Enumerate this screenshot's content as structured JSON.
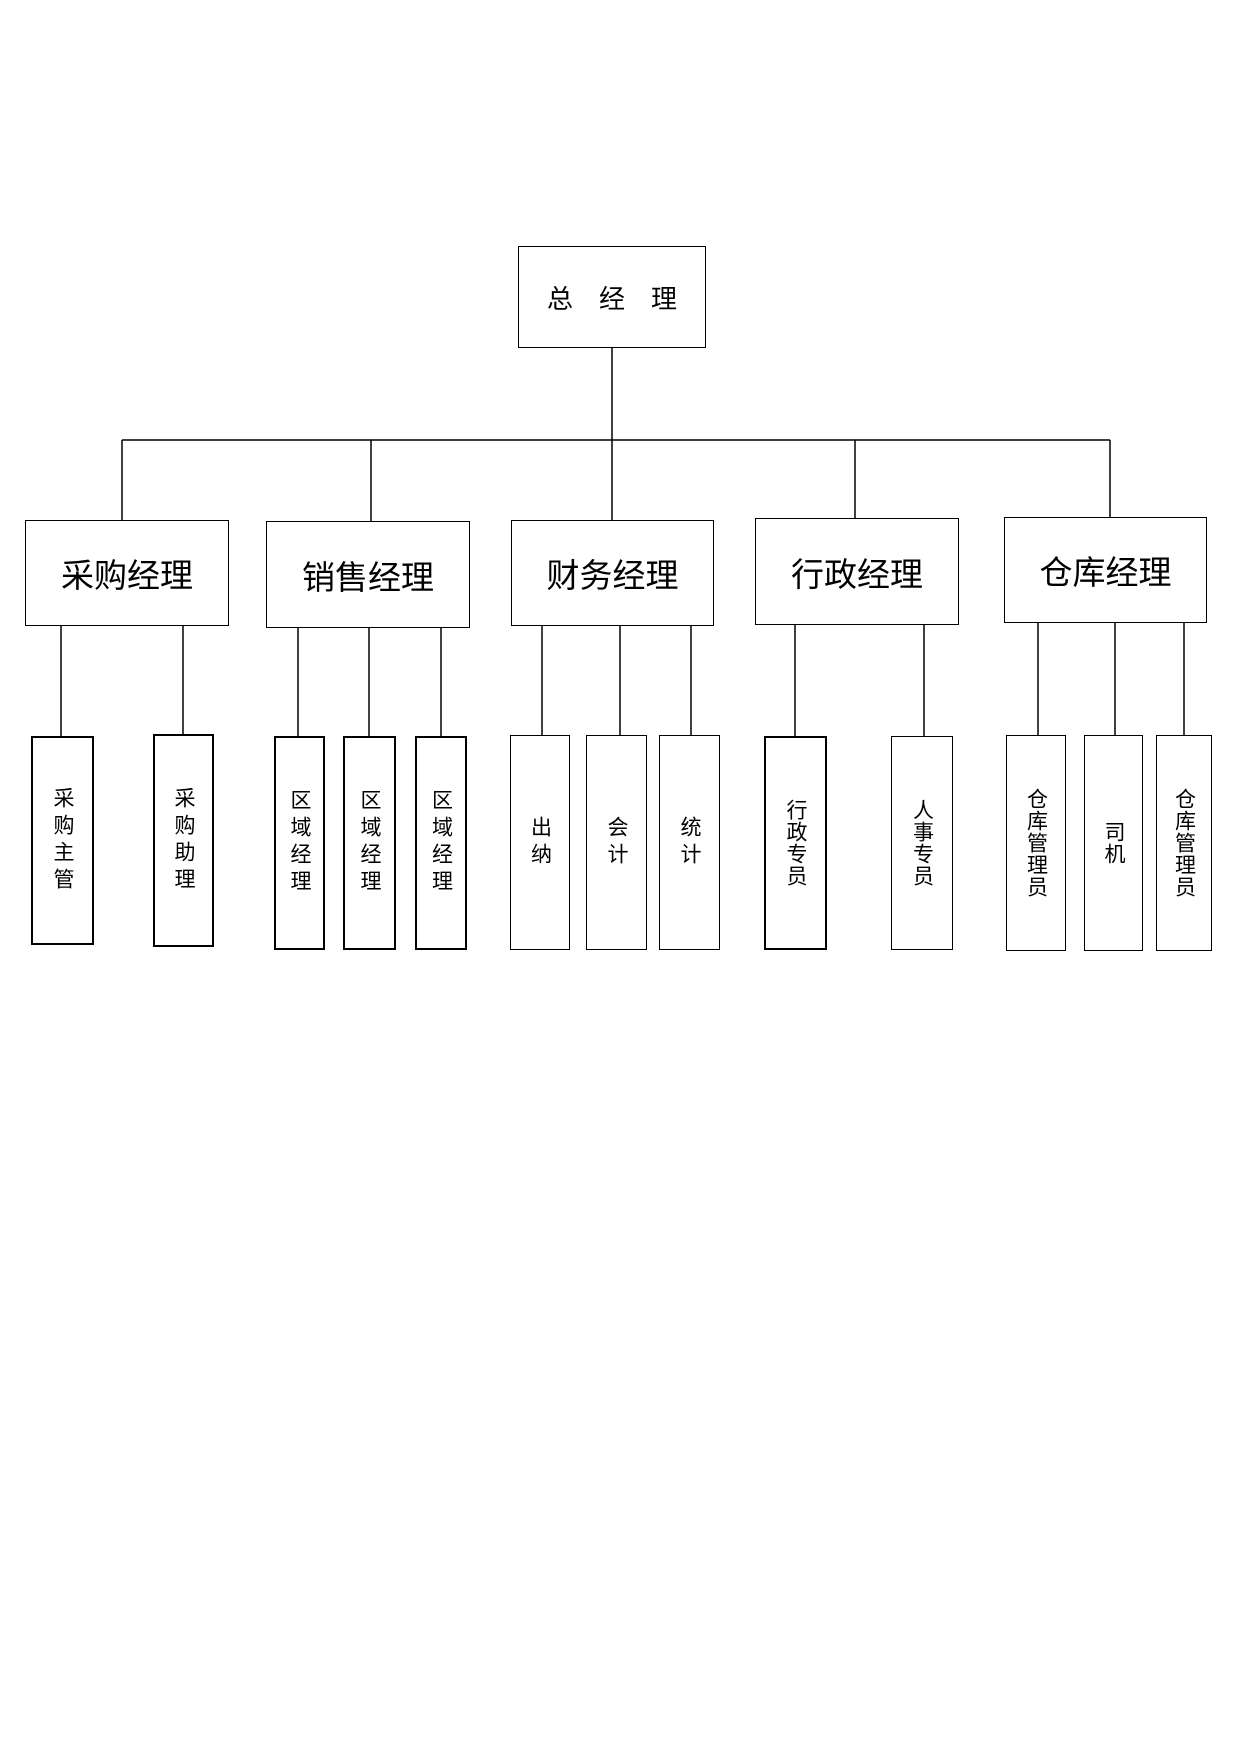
{
  "root": {
    "label": "总　经　理"
  },
  "managers": [
    {
      "label": "采购经理"
    },
    {
      "label": "销售经理"
    },
    {
      "label": "财务经理"
    },
    {
      "label": "行政经理"
    },
    {
      "label": "仓库经理"
    }
  ],
  "staff": [
    {
      "label": "采购主管"
    },
    {
      "label": "采购助理"
    },
    {
      "label": "区域经理"
    },
    {
      "label": "区域经理"
    },
    {
      "label": "区域经理"
    },
    {
      "label": "出纳"
    },
    {
      "label": "会计"
    },
    {
      "label": "统计"
    },
    {
      "label": "行政专员"
    },
    {
      "label": "人事专员"
    },
    {
      "label": "仓库管理员"
    },
    {
      "label": "司机"
    },
    {
      "label": "仓库管理员"
    }
  ]
}
